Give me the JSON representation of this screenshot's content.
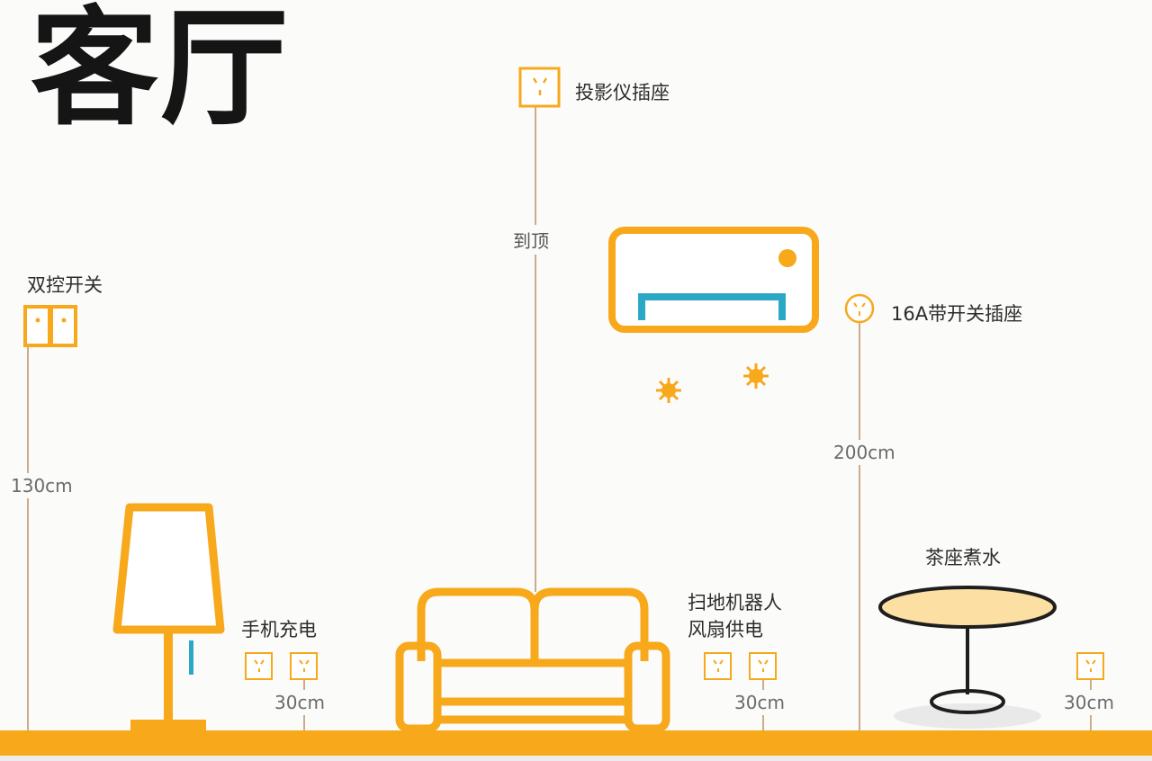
{
  "title": "客厅",
  "colors": {
    "accent": "#F7A81B",
    "blue": "#2AA8C6",
    "line": "#B88A5A",
    "dark": "#1e1e1e",
    "floor": "#F7A81B"
  },
  "labels": {
    "projector_socket": "投影仪插座",
    "to_ceiling": "到顶",
    "dual_switch": "双控开关",
    "height_130": "130cm",
    "socket_16a": "16A带开关插座",
    "height_200": "200cm",
    "phone_charging": "手机充电",
    "height_30_left": "30cm",
    "robot_fan_line1": "扫地机器人",
    "robot_fan_line2": "风扇供电",
    "height_30_mid": "30cm",
    "tea_table": "茶座煮水",
    "height_30_right": "30cm"
  },
  "icons": [
    "projector-socket-icon",
    "dual-switch-icon",
    "round-socket-icon",
    "air-conditioner-icon",
    "sun-icon",
    "floor-lamp-icon",
    "sofa-icon",
    "tea-table-icon",
    "wall-socket-icon"
  ]
}
